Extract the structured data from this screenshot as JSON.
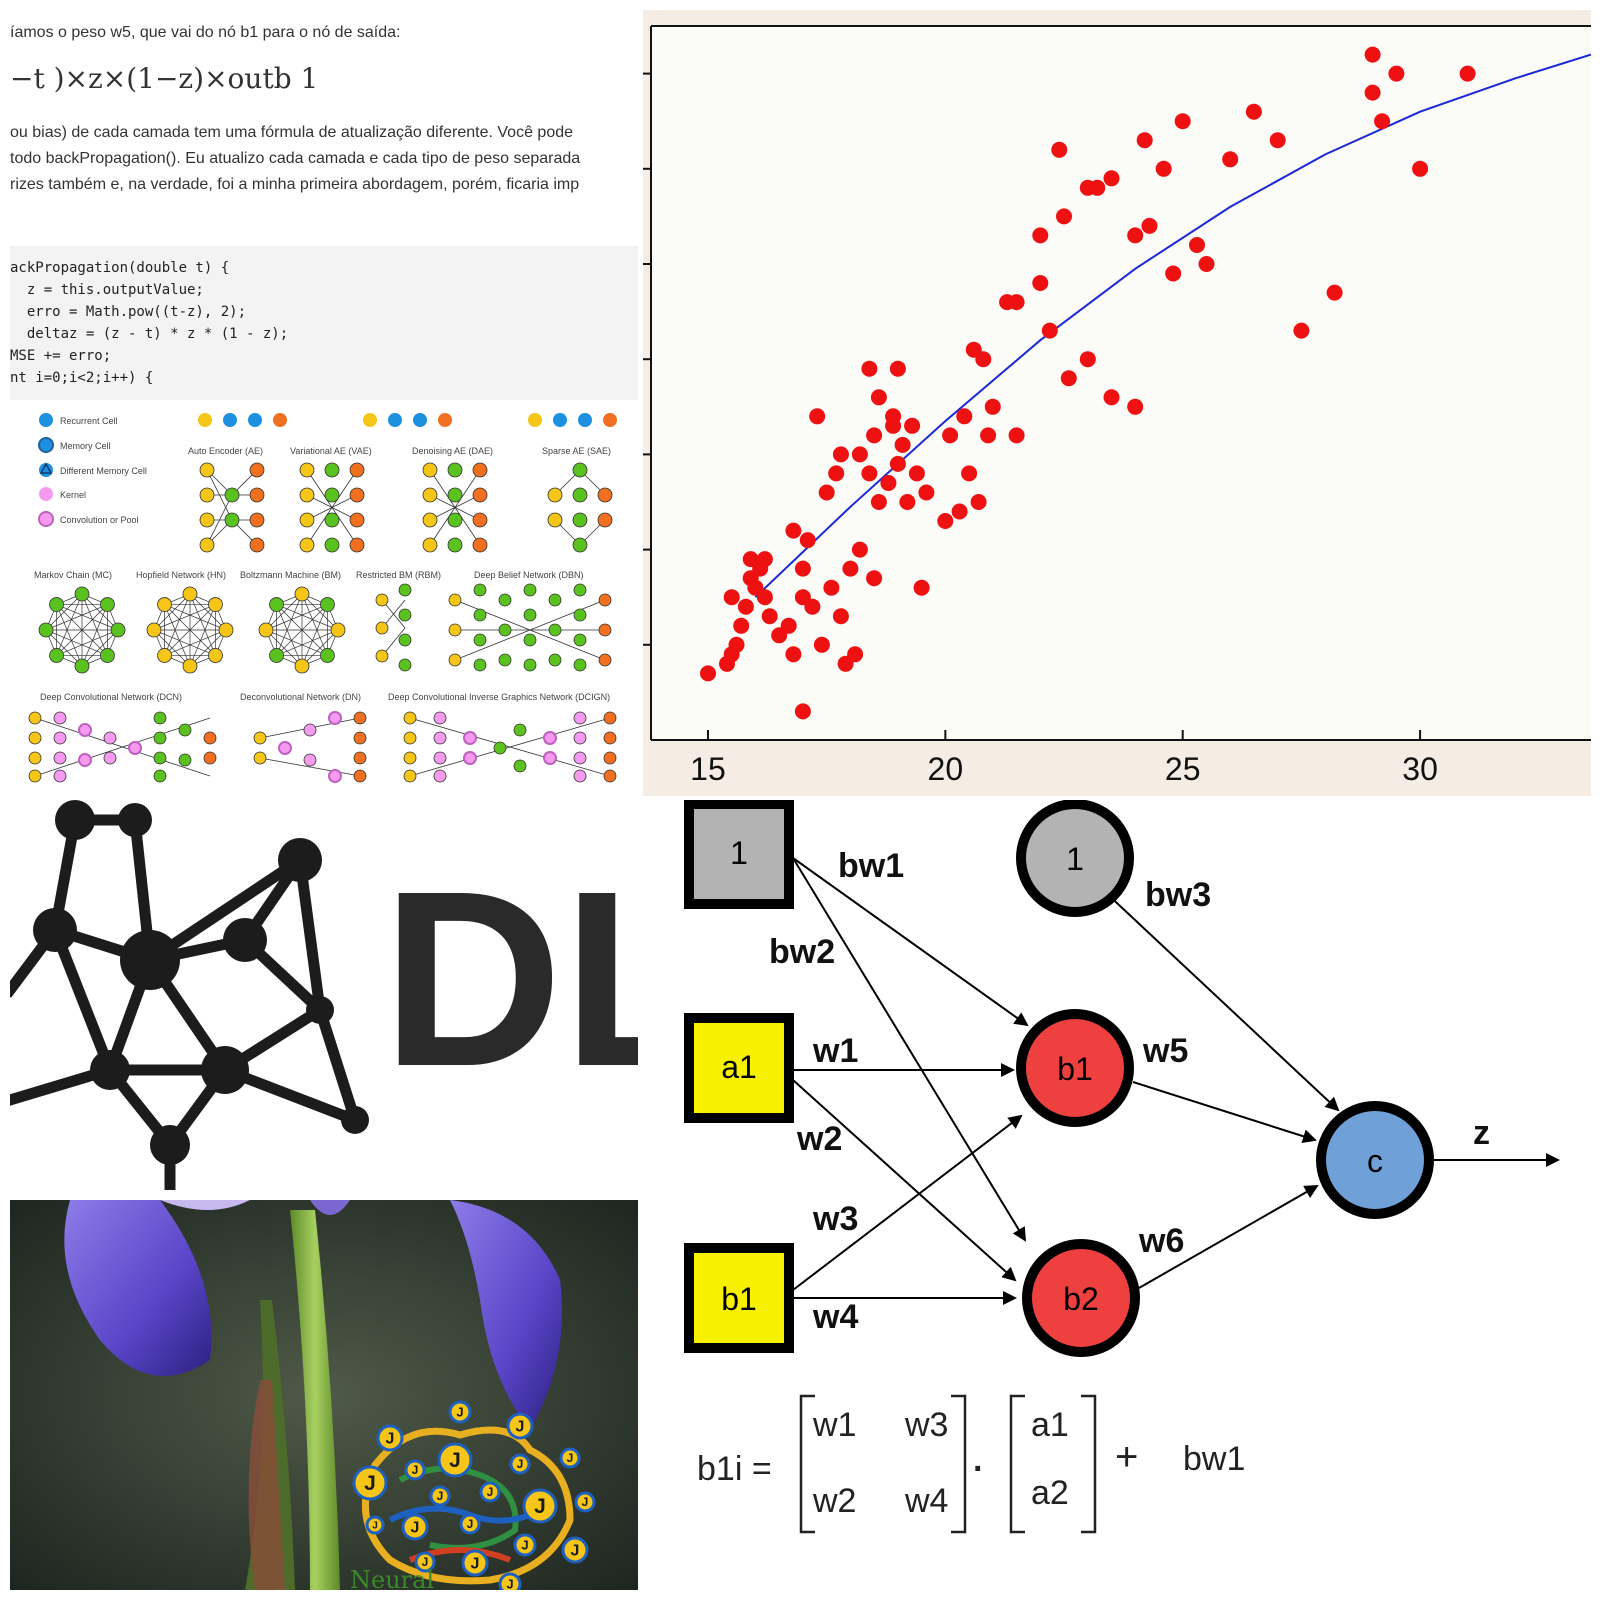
{
  "article": {
    "line1": "íamos o peso w5, que vai do nó b1 para o nó de saída:",
    "formula": "−t )×z×(1−z)×outb 1",
    "para1": "ou bias) de cada camada tem uma fórmula de atualização diferente. Você pode",
    "para2": "todo backPropagation(). Eu atualizo cada camada e cada tipo de peso separada",
    "para3": "rizes também e, na verdade, foi a minha primeira abordagem, porém, ficaria imp",
    "code": [
      "ackPropagation(double t) {",
      "  z = this.outputValue;",
      "  erro = Math.pow((t-z), 2);",
      "  deltaz = (z - t) * z * (1 - z);",
      "MSE += erro;",
      "nt i=0;i<2;i++) {"
    ]
  },
  "zoo": {
    "legend": [
      "Recurrent Cell",
      "Memory Cell",
      "Different Memory Cell",
      "Kernel",
      "Convolution or Pool"
    ],
    "row1": [
      "Auto Encoder (AE)",
      "Variational AE (VAE)",
      "Denoising AE (DAE)",
      "Sparse AE (SAE)"
    ],
    "row2": [
      "Markov Chain (MC)",
      "Hopfield Network (HN)",
      "Boltzmann Machine (BM)",
      "Restricted BM (RBM)",
      "Deep Belief Network (DBN)"
    ],
    "row3": [
      "Deep Convolutional Network (DCN)",
      "Deconvolutional Network (DN)",
      "Deep Convolutional Inverse Graphics Network (DCIGN)"
    ]
  },
  "chart_data": {
    "type": "scatter",
    "xlim": [
      13.8,
      33.6
    ],
    "ylim": [
      0,
      7.5
    ],
    "x_ticks": [
      15,
      20,
      25,
      30
    ],
    "grid": false,
    "points": [
      [
        15.0,
        0.7
      ],
      [
        15.4,
        0.8
      ],
      [
        15.5,
        0.9
      ],
      [
        15.6,
        1.0
      ],
      [
        15.7,
        1.2
      ],
      [
        15.5,
        1.5
      ],
      [
        15.8,
        1.4
      ],
      [
        15.9,
        1.7
      ],
      [
        16.0,
        1.6
      ],
      [
        16.1,
        1.8
      ],
      [
        16.2,
        1.5
      ],
      [
        16.3,
        1.3
      ],
      [
        15.9,
        1.9
      ],
      [
        16.5,
        1.1
      ],
      [
        16.8,
        0.9
      ],
      [
        17.0,
        0.3
      ],
      [
        16.7,
        1.2
      ],
      [
        17.2,
        1.4
      ],
      [
        17.0,
        1.5
      ],
      [
        17.4,
        1.0
      ],
      [
        17.6,
        1.6
      ],
      [
        17.8,
        1.3
      ],
      [
        17.9,
        0.8
      ],
      [
        18.1,
        0.9
      ],
      [
        18.0,
        1.8
      ],
      [
        18.2,
        2.0
      ],
      [
        18.5,
        1.7
      ],
      [
        18.6,
        2.5
      ],
      [
        18.4,
        2.8
      ],
      [
        18.2,
        3.0
      ],
      [
        18.5,
        3.2
      ],
      [
        18.8,
        2.7
      ],
      [
        19.0,
        2.9
      ],
      [
        19.2,
        2.5
      ],
      [
        19.4,
        2.8
      ],
      [
        19.6,
        2.6
      ],
      [
        19.1,
        3.1
      ],
      [
        19.3,
        3.3
      ],
      [
        18.6,
        3.6
      ],
      [
        18.9,
        3.3
      ],
      [
        19.0,
        3.9
      ],
      [
        18.4,
        3.9
      ],
      [
        17.5,
        2.6
      ],
      [
        17.7,
        2.8
      ],
      [
        17.3,
        3.4
      ],
      [
        17.8,
        3.0
      ],
      [
        16.8,
        2.2
      ],
      [
        17.0,
        1.8
      ],
      [
        19.5,
        1.6
      ],
      [
        20.0,
        2.3
      ],
      [
        20.3,
        2.4
      ],
      [
        20.5,
        2.8
      ],
      [
        20.7,
        2.5
      ],
      [
        20.1,
        3.2
      ],
      [
        20.4,
        3.4
      ],
      [
        20.9,
        3.2
      ],
      [
        21.0,
        3.5
      ],
      [
        20.8,
        4.0
      ],
      [
        21.3,
        4.6
      ],
      [
        21.5,
        4.6
      ],
      [
        22.0,
        4.8
      ],
      [
        22.2,
        4.3
      ],
      [
        22.6,
        3.8
      ],
      [
        23.0,
        4.0
      ],
      [
        23.5,
        3.6
      ],
      [
        24.0,
        3.5
      ],
      [
        21.5,
        3.2
      ],
      [
        22.0,
        5.3
      ],
      [
        22.5,
        5.5
      ],
      [
        23.0,
        5.8
      ],
      [
        23.5,
        5.9
      ],
      [
        24.0,
        5.3
      ],
      [
        24.2,
        6.3
      ],
      [
        24.6,
        6.0
      ],
      [
        25.0,
        6.5
      ],
      [
        25.5,
        5.0
      ],
      [
        26.0,
        6.1
      ],
      [
        27.0,
        6.3
      ],
      [
        24.3,
        5.4
      ],
      [
        23.2,
        5.8
      ],
      [
        22.4,
        6.2
      ],
      [
        25.3,
        5.2
      ],
      [
        26.5,
        6.6
      ],
      [
        27.5,
        4.3
      ],
      [
        28.2,
        4.7
      ],
      [
        29.0,
        6.8
      ],
      [
        29.2,
        6.5
      ],
      [
        29.5,
        7.0
      ],
      [
        30.0,
        6.0
      ],
      [
        31.0,
        7.0
      ],
      [
        29.0,
        7.2
      ],
      [
        18.9,
        3.4
      ],
      [
        20.6,
        4.1
      ],
      [
        24.8,
        4.9
      ],
      [
        16.2,
        1.9
      ],
      [
        17.1,
        2.1
      ]
    ],
    "trend": [
      [
        16.0,
        1.5
      ],
      [
        18.0,
        2.45
      ],
      [
        20.0,
        3.35
      ],
      [
        22.0,
        4.2
      ],
      [
        24.0,
        4.95
      ],
      [
        26.0,
        5.6
      ],
      [
        28.0,
        6.15
      ],
      [
        30.0,
        6.6
      ],
      [
        32.0,
        6.95
      ],
      [
        33.6,
        7.2
      ]
    ]
  },
  "dl": {
    "text": "DL"
  },
  "iris": {
    "logo_text": "Neural",
    "node_label": "J"
  },
  "network": {
    "nodes": {
      "bias_in": "1",
      "a1": "a1",
      "b1_in": "b1",
      "bias_hidden": "1",
      "b1": "b1",
      "b2": "b2",
      "c": "c"
    },
    "weights": {
      "bw1": "bw1",
      "bw2": "bw2",
      "bw3": "bw3",
      "w1": "w1",
      "w2": "w2",
      "w3": "w3",
      "w4": "w4",
      "w5": "w5",
      "w6": "w6",
      "z": "z"
    },
    "equation": {
      "lhs": "b1i =",
      "m11": "w1",
      "m12": "w3",
      "m21": "w2",
      "m22": "w4",
      "dot": "·",
      "v1": "a1",
      "v2": "a2",
      "plus": "+",
      "bias": "bw1"
    },
    "colors": {
      "gray": "#b3b3b3",
      "yellow": "#f7f100",
      "red": "#ef4040",
      "blue": "#6fa0d8"
    }
  }
}
